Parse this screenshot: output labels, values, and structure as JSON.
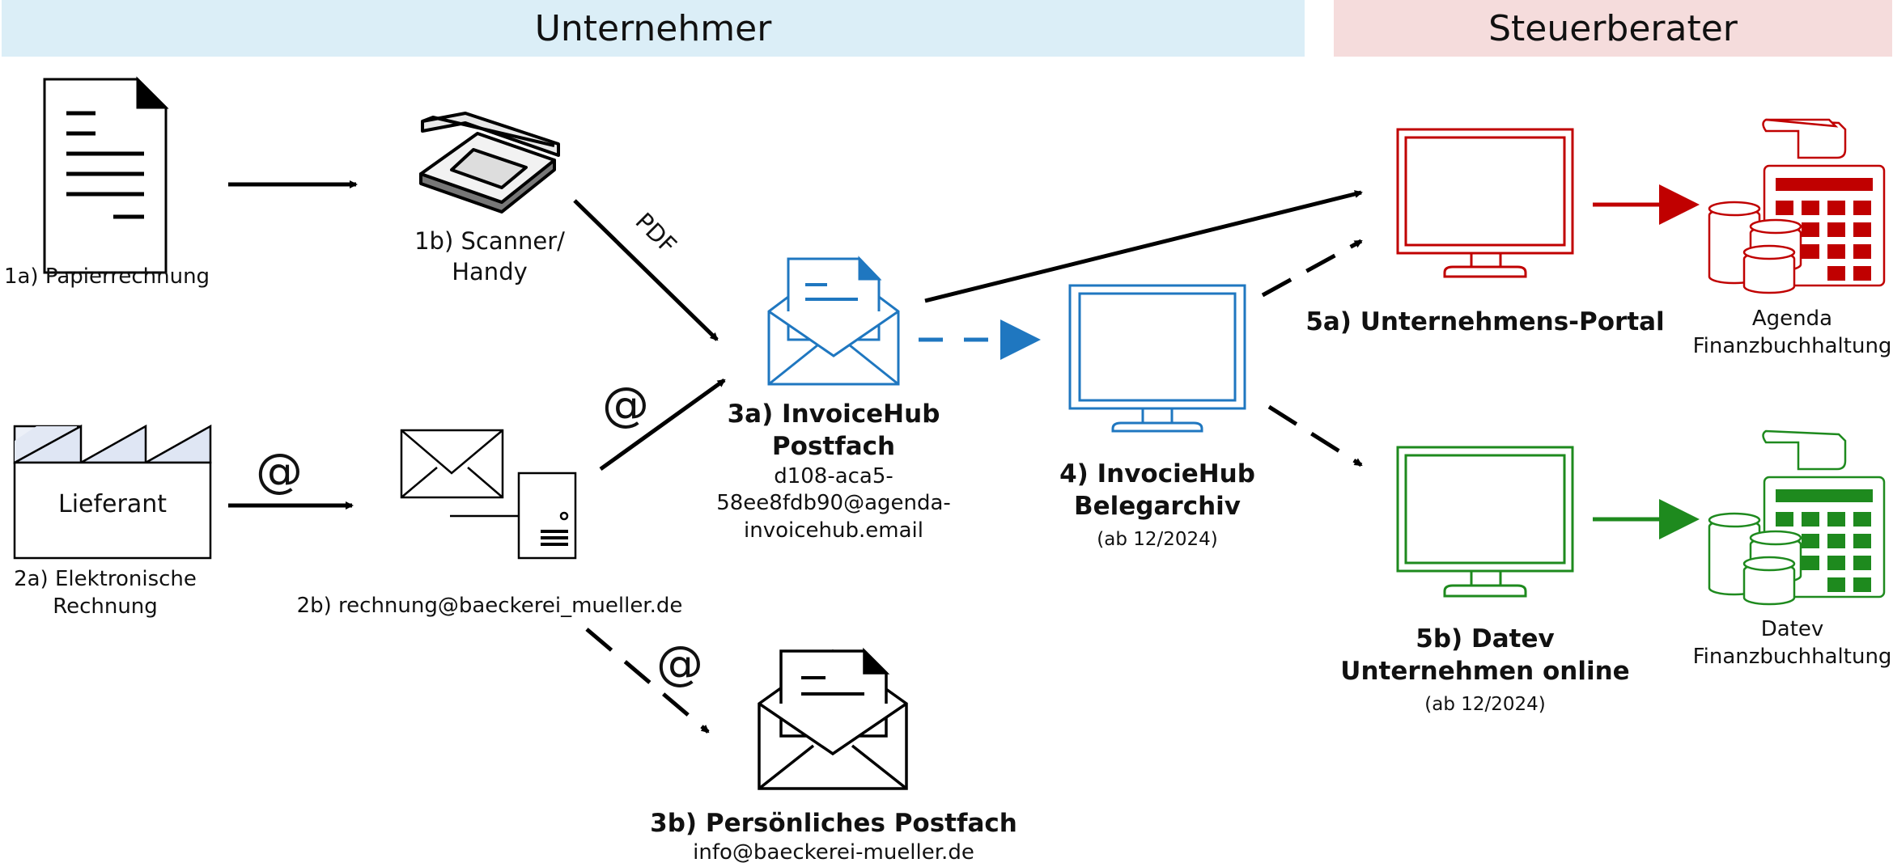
{
  "header": {
    "left": "Unternehmer",
    "right": "Steuerberater"
  },
  "nodes": {
    "paper_invoice": {
      "label": "1a) Papierrechnung"
    },
    "scanner": {
      "label_line1": "1b) Scanner/",
      "label_line2": "Handy"
    },
    "supplier": {
      "box_text": "Lieferant",
      "label_line1": "2a) Elektronische",
      "label_line2": "Rechnung"
    },
    "mail_server": {
      "label": "2b) rechnung@baeckerei_mueller.de"
    },
    "invoicehub_inbox": {
      "title_line1": "3a) InvoiceHub",
      "title_line2": "Postfach",
      "addr_line1": "d108-aca5-",
      "addr_line2": "58ee8fdb90@agenda-",
      "addr_line3": "invoicehub.email"
    },
    "personal_inbox": {
      "title": "3b) Persönliches Postfach",
      "addr": "info@baeckerei-mueller.de"
    },
    "archive": {
      "title_line1": "4) InvocieHub",
      "title_line2": "Belegarchiv",
      "note": "(ab 12/2024)"
    },
    "portal": {
      "title": "5a) Unternehmens-Portal"
    },
    "datev": {
      "title_line1": "5b) Datev",
      "title_line2": "Unternehmen online",
      "note": "(ab 12/2024)"
    },
    "agenda_fibu": {
      "line1": "Agenda",
      "line2": "Finanzbuchhaltung"
    },
    "datev_fibu": {
      "line1": "Datev",
      "line2": "Finanzbuchhaltung"
    }
  },
  "edges": {
    "pdf_label": "PDF",
    "at_symbol": "@"
  },
  "colors": {
    "black": "#000000",
    "blue": "#1f77c0",
    "red": "#c00000",
    "green": "#1e8a1e",
    "band_left": "#dbeef7",
    "band_right": "#f5dcdc"
  }
}
